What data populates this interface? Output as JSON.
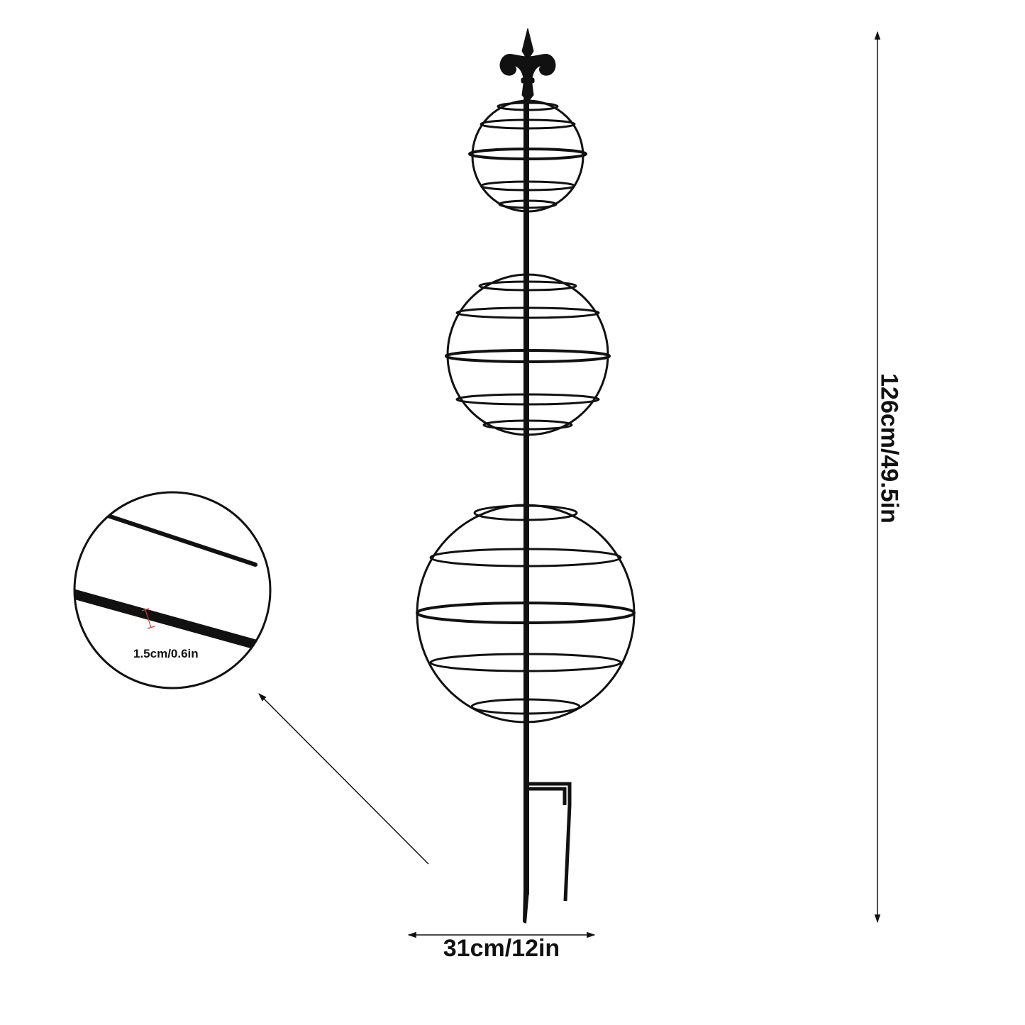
{
  "dimensions": {
    "height": "126cm/49.5in",
    "width": "31cm/12in",
    "rod_thickness": "1.5cm/0.6in"
  },
  "colors": {
    "metal": "#111111",
    "measure_marker": "#d23a3a",
    "background": "#ffffff"
  }
}
